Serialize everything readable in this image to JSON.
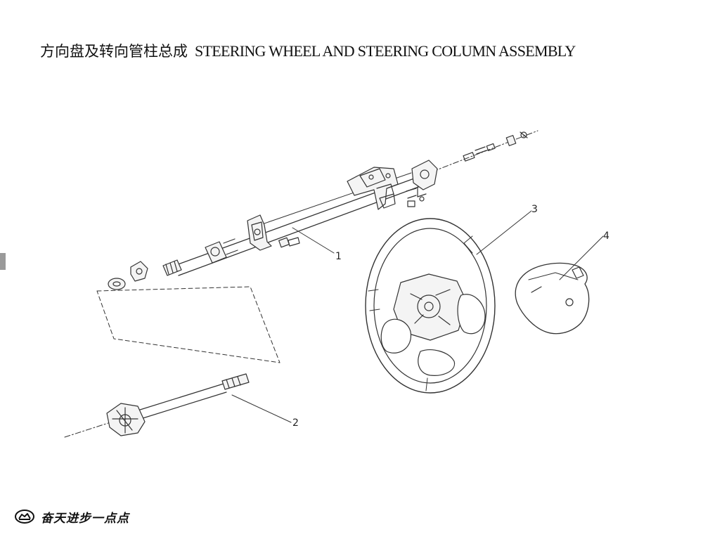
{
  "document": {
    "title_zh": "方向盘及转向管柱总成",
    "title_en": "STEERING WHEEL AND STEERING COLUMN ASSEMBLY"
  },
  "callouts": [
    {
      "number": "1",
      "part": "steering-column"
    },
    {
      "number": "2",
      "part": "intermediate-shaft"
    },
    {
      "number": "3",
      "part": "steering-wheel"
    },
    {
      "number": "4",
      "part": "airbag-module"
    }
  ],
  "footer": {
    "brand_text": "奋天进步一点点",
    "logo_icon": "great-wall-logo-icon"
  },
  "colors": {
    "line": "#333333",
    "marker": "#9a9a9a",
    "fill_light": "#f4f4f4"
  }
}
